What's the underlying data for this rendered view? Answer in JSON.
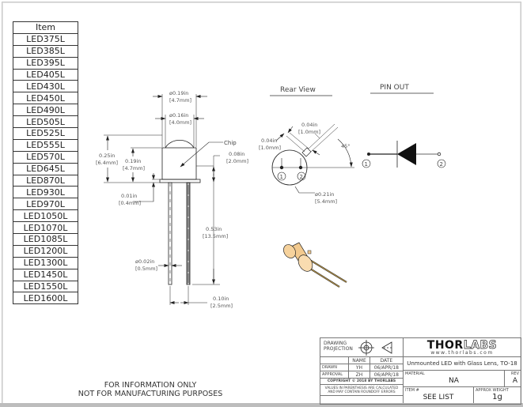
{
  "item_table": {
    "header": "Item",
    "items": [
      "LED375L",
      "LED385L",
      "LED395L",
      "LED405L",
      "LED430L",
      "LED450L",
      "LED490L",
      "LED505L",
      "LED525L",
      "LED555L",
      "LED570L",
      "LED645L",
      "LED870L",
      "LED930L",
      "LED970L",
      "LED1050L",
      "LED1070L",
      "LED1085L",
      "LED1200L",
      "LED1300L",
      "LED1450L",
      "LED1550L",
      "LED1600L"
    ]
  },
  "side_view": {
    "dim_outer_dia": {
      "in": "ø0.19in",
      "mm": "[4.7mm]"
    },
    "dim_lens_dia": {
      "in": "ø0.16in",
      "mm": "[4.0mm]"
    },
    "dim_total_height": {
      "in": "0.25in",
      "mm": "[6.4mm]"
    },
    "dim_can_height": {
      "in": "0.19in",
      "mm": "[4.7mm]"
    },
    "dim_chip_height": {
      "in": "0.08in",
      "mm": "[2.0mm]"
    },
    "dim_flange": {
      "in": "0.01in",
      "mm": "[0.4mm]"
    },
    "dim_lead_length": {
      "in": "0.53in",
      "mm": "[13.5mm]"
    },
    "dim_lead_dia": {
      "in": "ø0.02in",
      "mm": "[0.5mm]"
    },
    "dim_lead_spacing": {
      "in": "0.10in",
      "mm": "[2.5mm]"
    },
    "chip_label": "Chip"
  },
  "rear_view": {
    "title": "Rear View",
    "dim_tab_width": {
      "in": "0.04in",
      "mm": "[1.0mm]"
    },
    "dim_tab_length": {
      "in": "0.04in",
      "mm": "[1.0mm]"
    },
    "angle": "45°",
    "dim_flange_dia": {
      "in": "ø0.21in",
      "mm": "[5.4mm]"
    },
    "pin1": "1",
    "pin2": "2"
  },
  "pin_out": {
    "title": "PIN OUT",
    "pin1": "1",
    "pin2": "2"
  },
  "note": {
    "line1": "FOR INFORMATION ONLY",
    "line2": "NOT FOR MANUFACTURING PURPOSES"
  },
  "title_block": {
    "projection_label": "DRAWING PROJECTION",
    "name_header": "NAME",
    "date_header": "DATE",
    "drawn_label": "DRAWN",
    "drawn_name": "YH",
    "drawn_date": "06/APR/18",
    "approval_label": "APPROVAL",
    "approval_name": "ZH",
    "approval_date": "06/APR/18",
    "copyright": "COPYRIGHT © 2018 BY THORLABS",
    "disclaimer": "VALUES IN PARENTHESIS ARE CALCULATED AND MAY CONTAIN ROUNDOFF ERRORS",
    "logo_dark": "THOR",
    "logo_light": "LABS",
    "website": "www.thorlabs.com",
    "description": "Unmounted LED with Glass Lens, TO-18",
    "material_label": "MATERIAL",
    "material_value": "NA",
    "rev_label": "REV",
    "rev_value": "A",
    "item_label": "ITEM #",
    "item_value": "SEE LIST",
    "weight_label": "APPROX WEIGHT",
    "weight_value": "1g"
  }
}
